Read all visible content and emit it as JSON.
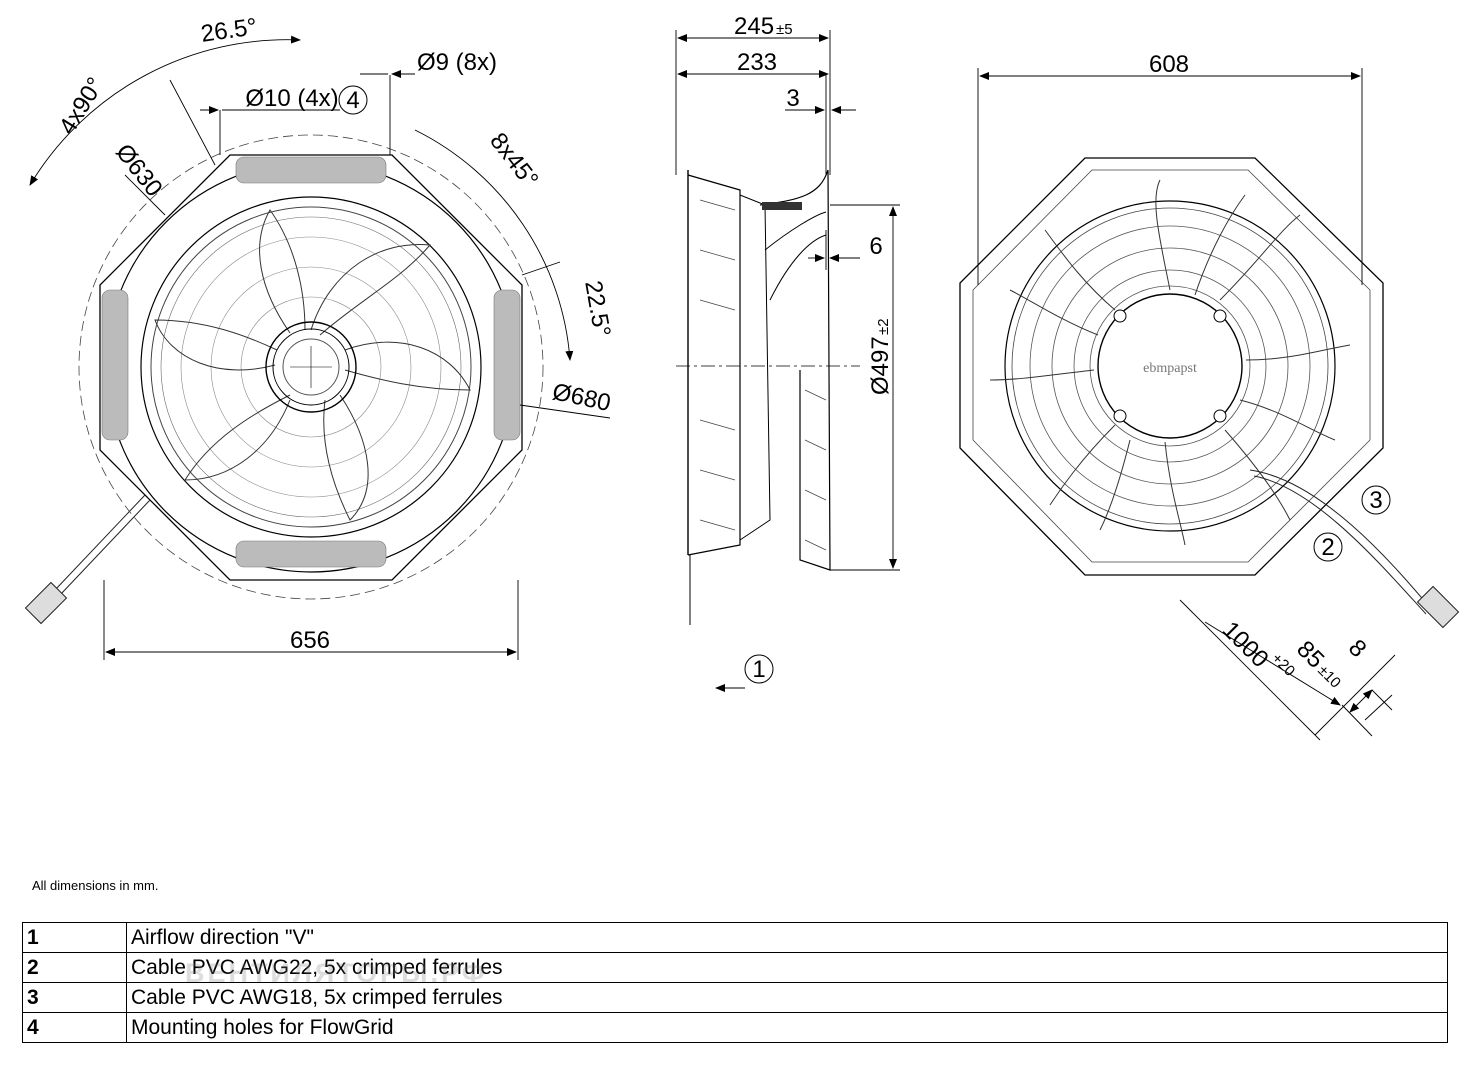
{
  "views": {
    "front": {
      "dims": {
        "angle_top": "26.5°",
        "angle_4x90": "4x90°",
        "angle_8x45": "8x45°",
        "angle_22": "22.5°",
        "d630": "Ø630",
        "d680": "Ø680",
        "d10": "Ø10 (4x)",
        "d9": "Ø9 (8x)",
        "width": "656"
      },
      "callout": "4"
    },
    "side": {
      "dims": {
        "depth_total": "245",
        "depth_total_tol": "±5",
        "depth": "233",
        "offset_3": "3",
        "offset_6": "6",
        "d497": "Ø497",
        "d497_tol": "±2"
      },
      "callout": "1"
    },
    "rear": {
      "dims": {
        "width": "608",
        "cable_len": "1000",
        "cable_tol": "+20",
        "strip_len": "85",
        "strip_tol": "±10",
        "ferrule": "8"
      },
      "brand": "ebmpapst",
      "callouts": [
        "2",
        "3"
      ]
    }
  },
  "note": "All dimensions in mm.",
  "legend": [
    {
      "num": "1",
      "text": "Airflow direction \"V\""
    },
    {
      "num": "2",
      "text": "Cable PVC AWG22, 5x crimped ferrules"
    },
    {
      "num": "3",
      "text": "Cable PVC AWG18, 5x crimped ferrules"
    },
    {
      "num": "4",
      "text": "Mounting holes for FlowGrid"
    }
  ],
  "watermark": "ВЕНТИЛЯТОРЫ.РФ"
}
